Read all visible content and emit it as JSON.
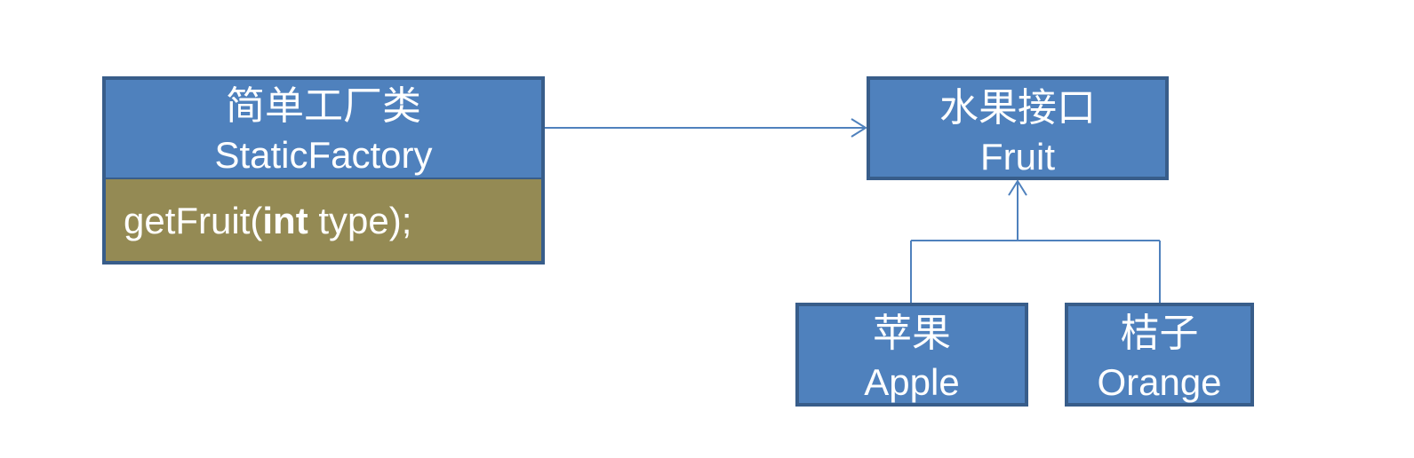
{
  "factory": {
    "title_cn": "简单工厂类",
    "title_en": "StaticFactory",
    "method_pre": "getFruit(",
    "method_kw": "int",
    "method_post": " type);"
  },
  "fruit_interface": {
    "title_cn": "水果接口",
    "title_en": "Fruit"
  },
  "apple": {
    "title_cn": "苹果",
    "title_en": "Apple"
  },
  "orange": {
    "title_cn": "桔子",
    "title_en": "Orange"
  },
  "colors": {
    "box_fill": "#4f81bd",
    "box_border": "#385d8a",
    "method_fill": "#948a54",
    "connector": "#4f81bd",
    "text": "#ffffff"
  }
}
